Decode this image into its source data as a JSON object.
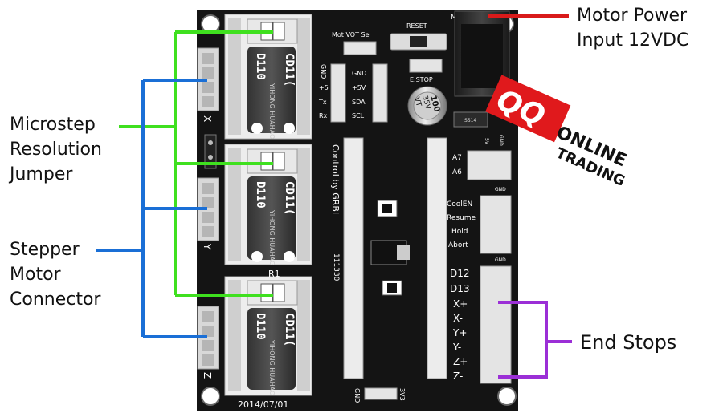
{
  "callouts": {
    "motor_power": [
      "Motor Power",
      "Input 12VDC"
    ],
    "microstep": [
      "Microstep",
      "Resolution",
      "Jumper"
    ],
    "stepper": [
      "Stepper",
      "Motor",
      "Connector"
    ],
    "endstops": "End Stops"
  },
  "board": {
    "mot_vot_sel": "Mot VOT Sel",
    "reset": "RESET",
    "estop": "E.STOP",
    "ma": "Ma",
    "uart_labels": [
      "GND",
      "+5",
      "Tx",
      "Rx"
    ],
    "i2c_labels": [
      "GND",
      "+5V",
      "SDA",
      "SCL"
    ],
    "cap_value": "100",
    "cap_voltage": "35V",
    "cap_mark": "VT",
    "driver_labels": [
      "D110",
      "CD11("
    ],
    "driver_sub": "YIHONG HUAHAO",
    "axes": [
      "X",
      "Y",
      "Z"
    ],
    "r1": "R1",
    "control_text": "Control by GRBL",
    "board_code": "111330",
    "date": "2014/07/01",
    "gnd_bottom": "GND",
    "v33": "3V3",
    "a_labels": [
      "A7",
      "A6"
    ],
    "top_small": [
      "5V",
      "GND"
    ],
    "gnd": "GND",
    "ctrl_labels": [
      "CoolEN",
      "Resume",
      "Hold",
      "Abort"
    ],
    "end_labels": [
      "D12",
      "D13",
      "X+",
      "X-",
      "Y+",
      "Y-",
      "Z+",
      "Z-"
    ],
    "ss_label": "SS14"
  },
  "logo": {
    "mark": "QQ",
    "line1": "ONLINE",
    "line2": "TRADING"
  },
  "colors": {
    "pcb": "#141414",
    "green_line": "#3fe01f",
    "blue_line": "#1a6fd6",
    "red_line": "#d91a1a",
    "purple_line": "#9b2fd6",
    "logo_red": "#e0191c"
  }
}
